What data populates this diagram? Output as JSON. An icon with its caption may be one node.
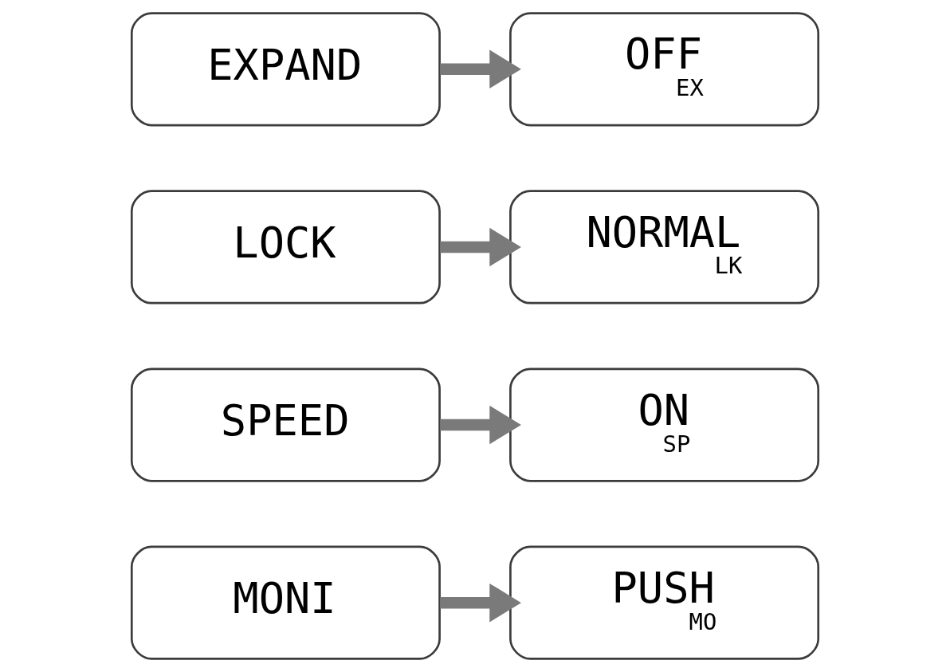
{
  "diagram": {
    "nodes": [
      {
        "text": [
          "EXPAND"
        ]
      },
      {
        "text": [
          "OFF",
          "EX"
        ]
      },
      {
        "text": [
          "LOCK"
        ]
      },
      {
        "text": [
          "NORMAL",
          "LK"
        ]
      },
      {
        "text": [
          "SPEED"
        ]
      },
      {
        "text": [
          "ON",
          "SP"
        ]
      },
      {
        "text": [
          "MONI"
        ]
      },
      {
        "text": [
          "PUSH",
          "MO"
        ]
      }
    ],
    "edges": [
      {
        "from": 0,
        "to": 1,
        "arrow": "to"
      },
      {
        "from": 2,
        "to": 3,
        "arrow": "to"
      },
      {
        "from": 4,
        "to": 5,
        "arrow": "to"
      },
      {
        "from": 6,
        "to": 7,
        "arrow": "to"
      }
    ]
  }
}
